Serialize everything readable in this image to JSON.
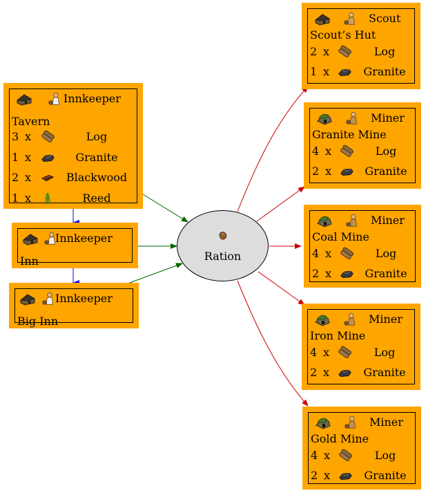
{
  "colors": {
    "box_fill": "#FFA500",
    "node_fill": "#DDDDDD",
    "produce_edge": "#006400",
    "consume_edge": "#CC0000",
    "upgrade_edge": "#0000FF"
  },
  "ware_node": {
    "icon": "ration-icon",
    "label": "Ration"
  },
  "producers": [
    {
      "building": "Tavern",
      "worker": "Innkeeper",
      "building_icon": "tavern-icon",
      "worker_icon": "innkeeper-icon",
      "costs": [
        {
          "qty": "3",
          "x": "x",
          "ware": "Log",
          "icon": "log-icon"
        },
        {
          "qty": "1",
          "x": "x",
          "ware": "Granite",
          "icon": "granite-icon"
        },
        {
          "qty": "2",
          "x": "x",
          "ware": "Blackwood",
          "icon": "blackwood-icon"
        },
        {
          "qty": "1",
          "x": "x",
          "ware": "Reed",
          "icon": "reed-icon"
        }
      ]
    },
    {
      "building": "Inn",
      "worker": "Innkeeper",
      "building_icon": "inn-icon",
      "worker_icon": "innkeeper-icon",
      "costs": []
    },
    {
      "building": "Big Inn",
      "worker": "Innkeeper",
      "building_icon": "big-inn-icon",
      "worker_icon": "innkeeper-icon",
      "costs": []
    }
  ],
  "consumers": [
    {
      "building": "Scout’s Hut",
      "worker": "Scout",
      "building_icon": "scouts-hut-icon",
      "worker_icon": "scout-icon",
      "costs": [
        {
          "qty": "2",
          "x": "x",
          "ware": "Log",
          "icon": "log-icon"
        },
        {
          "qty": "1",
          "x": "x",
          "ware": "Granite",
          "icon": "granite-icon"
        }
      ]
    },
    {
      "building": "Granite Mine",
      "worker": "Miner",
      "building_icon": "granite-mine-icon",
      "worker_icon": "miner-icon",
      "costs": [
        {
          "qty": "4",
          "x": "x",
          "ware": "Log",
          "icon": "log-icon"
        },
        {
          "qty": "2",
          "x": "x",
          "ware": "Granite",
          "icon": "granite-icon"
        }
      ]
    },
    {
      "building": "Coal Mine",
      "worker": "Miner",
      "building_icon": "coal-mine-icon",
      "worker_icon": "miner-icon",
      "costs": [
        {
          "qty": "4",
          "x": "x",
          "ware": "Log",
          "icon": "log-icon"
        },
        {
          "qty": "2",
          "x": "x",
          "ware": "Granite",
          "icon": "granite-icon"
        }
      ]
    },
    {
      "building": "Iron Mine",
      "worker": "Miner",
      "building_icon": "iron-mine-icon",
      "worker_icon": "miner-icon",
      "costs": [
        {
          "qty": "4",
          "x": "x",
          "ware": "Log",
          "icon": "log-icon"
        },
        {
          "qty": "2",
          "x": "x",
          "ware": "Granite",
          "icon": "granite-icon"
        }
      ]
    },
    {
      "building": "Gold Mine",
      "worker": "Miner",
      "building_icon": "gold-mine-icon",
      "worker_icon": "miner-icon",
      "costs": [
        {
          "qty": "4",
          "x": "x",
          "ware": "Log",
          "icon": "log-icon"
        },
        {
          "qty": "2",
          "x": "x",
          "ware": "Granite",
          "icon": "granite-icon"
        }
      ]
    }
  ]
}
